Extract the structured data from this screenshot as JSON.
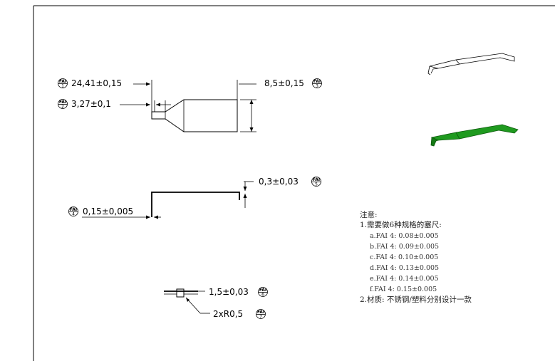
{
  "dimensions": [
    {
      "fai_label": "FAI",
      "fai_num": "1",
      "text": "24,41±0,15"
    },
    {
      "fai_label": "FAI",
      "fai_num": "2",
      "text": "3,27±0,1"
    },
    {
      "fai_label": "FAI",
      "fai_num": "3",
      "text": "8,5±0,15"
    },
    {
      "fai_label": "FAI",
      "fai_num": "4",
      "text": "0,15±0,005"
    },
    {
      "fai_label": "FAI",
      "fai_num": "5",
      "text": "0,3±0,03"
    },
    {
      "fai_label": "FAI",
      "fai_num": "6",
      "text": "1,5±0,03"
    },
    {
      "fai_label": "FAI",
      "fai_num": "7",
      "text": "2xR0,5"
    }
  ],
  "notes": {
    "title": "注意:",
    "item1": "1.需要做6种规格的塞尺:",
    "specs": [
      "a.FAI 4: 0.08±0.005",
      "b.FAI 4: 0.09±0.005",
      "c.FAI 4: 0.10±0.005",
      "d.FAI 4: 0.13±0.005",
      "e.FAI 4: 0.14±0.005",
      "f.FAI 4: 0.15±0.005"
    ],
    "item2": "2.材质: 不锈钢/塑料分别设计一款"
  },
  "colors": {
    "line": "#000000",
    "model_fill": "#1f9a1f",
    "model_edge": "#0d5a0d",
    "border": "#000000"
  }
}
